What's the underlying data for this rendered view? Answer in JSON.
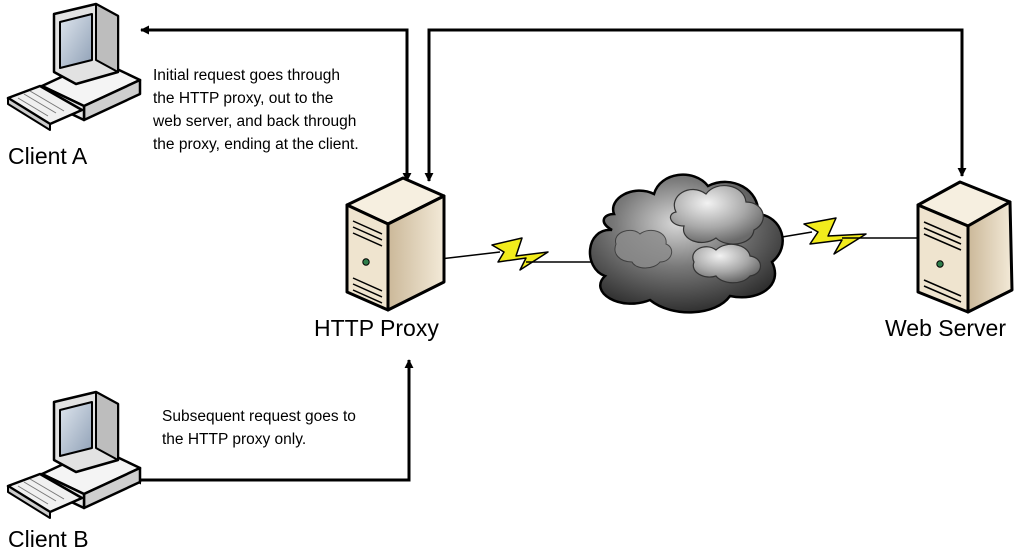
{
  "nodes": {
    "client_a": {
      "label": "Client A"
    },
    "client_b": {
      "label": "Client B"
    },
    "http_proxy": {
      "label": "HTTP Proxy"
    },
    "web_server": {
      "label": "Web Server"
    }
  },
  "notes": {
    "initial_request": [
      "Initial request goes through",
      "the HTTP proxy, out to the",
      "web server, and back through",
      "the proxy, ending at the client."
    ],
    "subsequent_request": [
      "Subsequent request goes to",
      "the HTTP proxy only."
    ]
  },
  "icons": {
    "client_a": "desktop-computer-icon",
    "client_b": "desktop-computer-icon",
    "http_proxy": "server-tower-icon",
    "web_server": "server-tower-icon",
    "internet": "cloud-icon",
    "links": "lightning-bolt-icon"
  },
  "colors": {
    "bolt": "#f2ec1c",
    "server_face": "#e9dcc4",
    "monitor_screen": "#a8b4c4",
    "cloud": "#555555",
    "line": "#000000"
  }
}
